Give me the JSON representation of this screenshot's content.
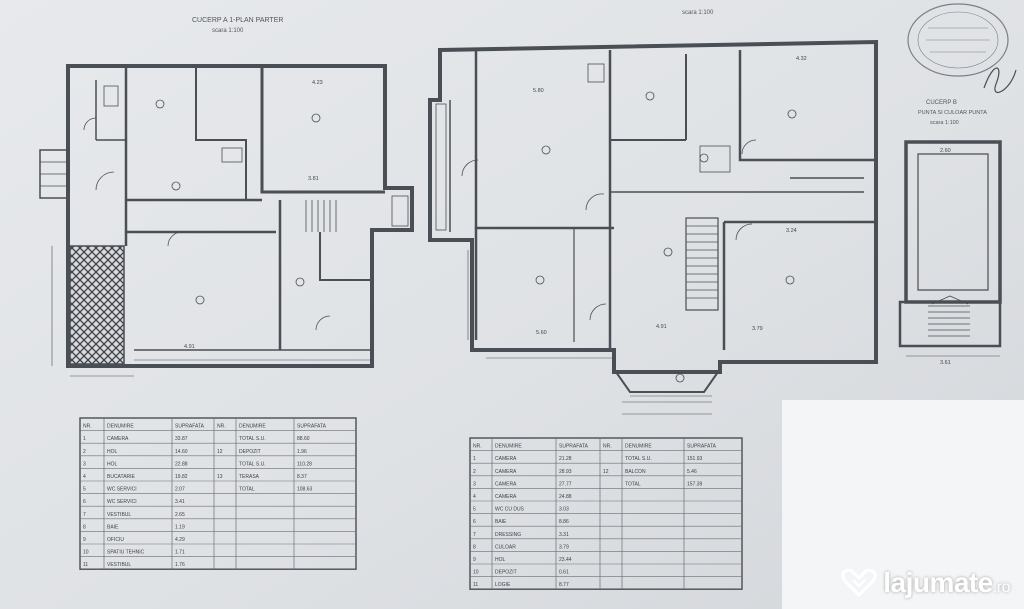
{
  "titles": {
    "left_main": "CUCERP A 1-PLAN PARTER",
    "left_scale": "scara 1:100",
    "right_scale": "scara 1:100",
    "small_main": "CUCERP B",
    "small_sub": "PUNTA SI CULOAR PUNTA",
    "small_scale": "scara 1:100"
  },
  "table_left": {
    "header": [
      "NR.",
      "DENUMIRE",
      "SUPRAFATA",
      "NR.",
      "DENUMIRE",
      "SUPRAFATA"
    ],
    "rows": [
      [
        "1",
        "CAMERA",
        "33.87",
        "",
        "TOTAL S.U.",
        "88.60"
      ],
      [
        "2",
        "HOL",
        "14.60",
        "12",
        "DEPOZIT",
        "1.96"
      ],
      [
        "3",
        "HOL",
        "22.88",
        "",
        "TOTAL S.U.",
        "110.28"
      ],
      [
        "4",
        "BUCATARIE",
        "19.82",
        "13",
        "TERASA",
        "8.37"
      ],
      [
        "5",
        "WC SERVICI",
        "2.07",
        "",
        "TOTAL",
        "108.63"
      ],
      [
        "6",
        "WC SERVICI",
        "3.41",
        "",
        "",
        ""
      ],
      [
        "7",
        "VESTIBUL",
        "2.65",
        "",
        "",
        ""
      ],
      [
        "8",
        "BAIE",
        "1.19",
        "",
        "",
        ""
      ],
      [
        "9",
        "OFICIU",
        "4.29",
        "",
        "",
        ""
      ],
      [
        "10",
        "SPATIU TEHNIC",
        "1.71",
        "",
        "",
        ""
      ],
      [
        "11",
        "VESTIBUL",
        "1.76",
        "",
        "",
        ""
      ]
    ]
  },
  "table_right": {
    "header": [
      "NR.",
      "DENUMIRE",
      "SUPRAFATA",
      "NR.",
      "DENUMIRE",
      "SUPRAFATA"
    ],
    "rows": [
      [
        "1",
        "CAMERA",
        "21.28",
        "",
        "TOTAL S.U.",
        "151.93"
      ],
      [
        "2",
        "CAMERA",
        "28.93",
        "12",
        "BALCON",
        "5.46"
      ],
      [
        "3",
        "CAMERA",
        "27.77",
        "",
        "TOTAL",
        "157.39"
      ],
      [
        "4",
        "CAMERA",
        "24.88",
        "",
        "",
        ""
      ],
      [
        "5",
        "WC CU DUS",
        "3.03",
        "",
        "",
        ""
      ],
      [
        "6",
        "BAIE",
        "8.86",
        "",
        "",
        ""
      ],
      [
        "7",
        "DRESSING",
        "3.31",
        "",
        "",
        ""
      ],
      [
        "8",
        "CULOAR",
        "3.79",
        "",
        "",
        ""
      ],
      [
        "9",
        "HOL",
        "23.44",
        "",
        "",
        ""
      ],
      [
        "10",
        "DEPOZIT",
        "0.61",
        "",
        "",
        ""
      ],
      [
        "11",
        "LOGIE",
        "8.77",
        "",
        "",
        ""
      ]
    ]
  },
  "dims": {
    "a": "4.23",
    "b": "3.81",
    "c": "5.60",
    "d": "4.91",
    "e": "5.80",
    "f": "4.91",
    "g": "3.79",
    "h": "4.32",
    "i": "3.24",
    "j": "2.60",
    "k": "3.61"
  },
  "watermark": {
    "brand": "lajumate",
    "tld": ".ro"
  }
}
